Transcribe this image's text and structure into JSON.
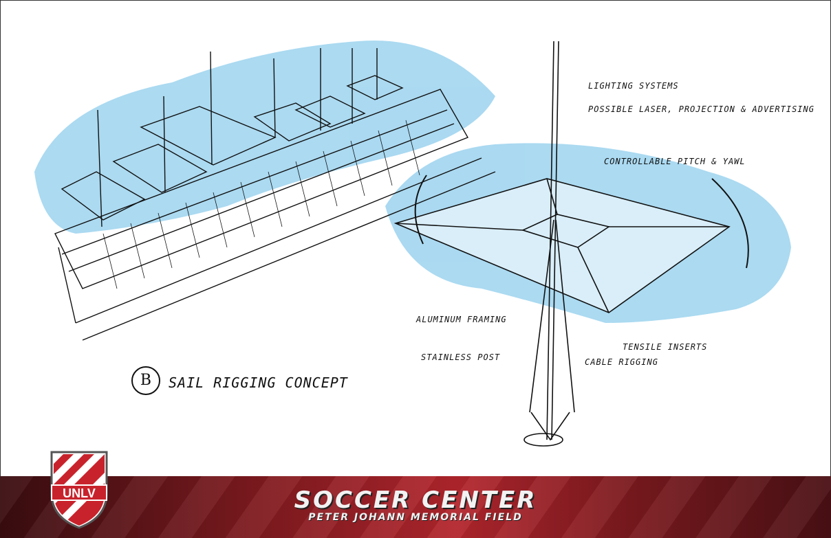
{
  "sketch": {
    "callouts": {
      "lighting": "LIGHTING SYSTEMS",
      "laser": "POSSIBLE LASER, PROJECTION & ADVERTISING",
      "pitch": "CONTROLLABLE PITCH & YAWL",
      "aluminum": "ALUMINUM FRAMING",
      "tensile": "TENSILE INSERTS",
      "post": "STAINLESS POST",
      "cable": "CABLE RIGGING"
    },
    "concept_marker": "B",
    "concept_title": "SAIL RIGGING CONCEPT"
  },
  "footer": {
    "title": "SOCCER CENTER",
    "subtitle": "PETER JOHANN MEMORIAL FIELD",
    "logo_text": "UNLV"
  },
  "colors": {
    "accent": "#b3262d",
    "watercolor": "#9cd3ef"
  }
}
